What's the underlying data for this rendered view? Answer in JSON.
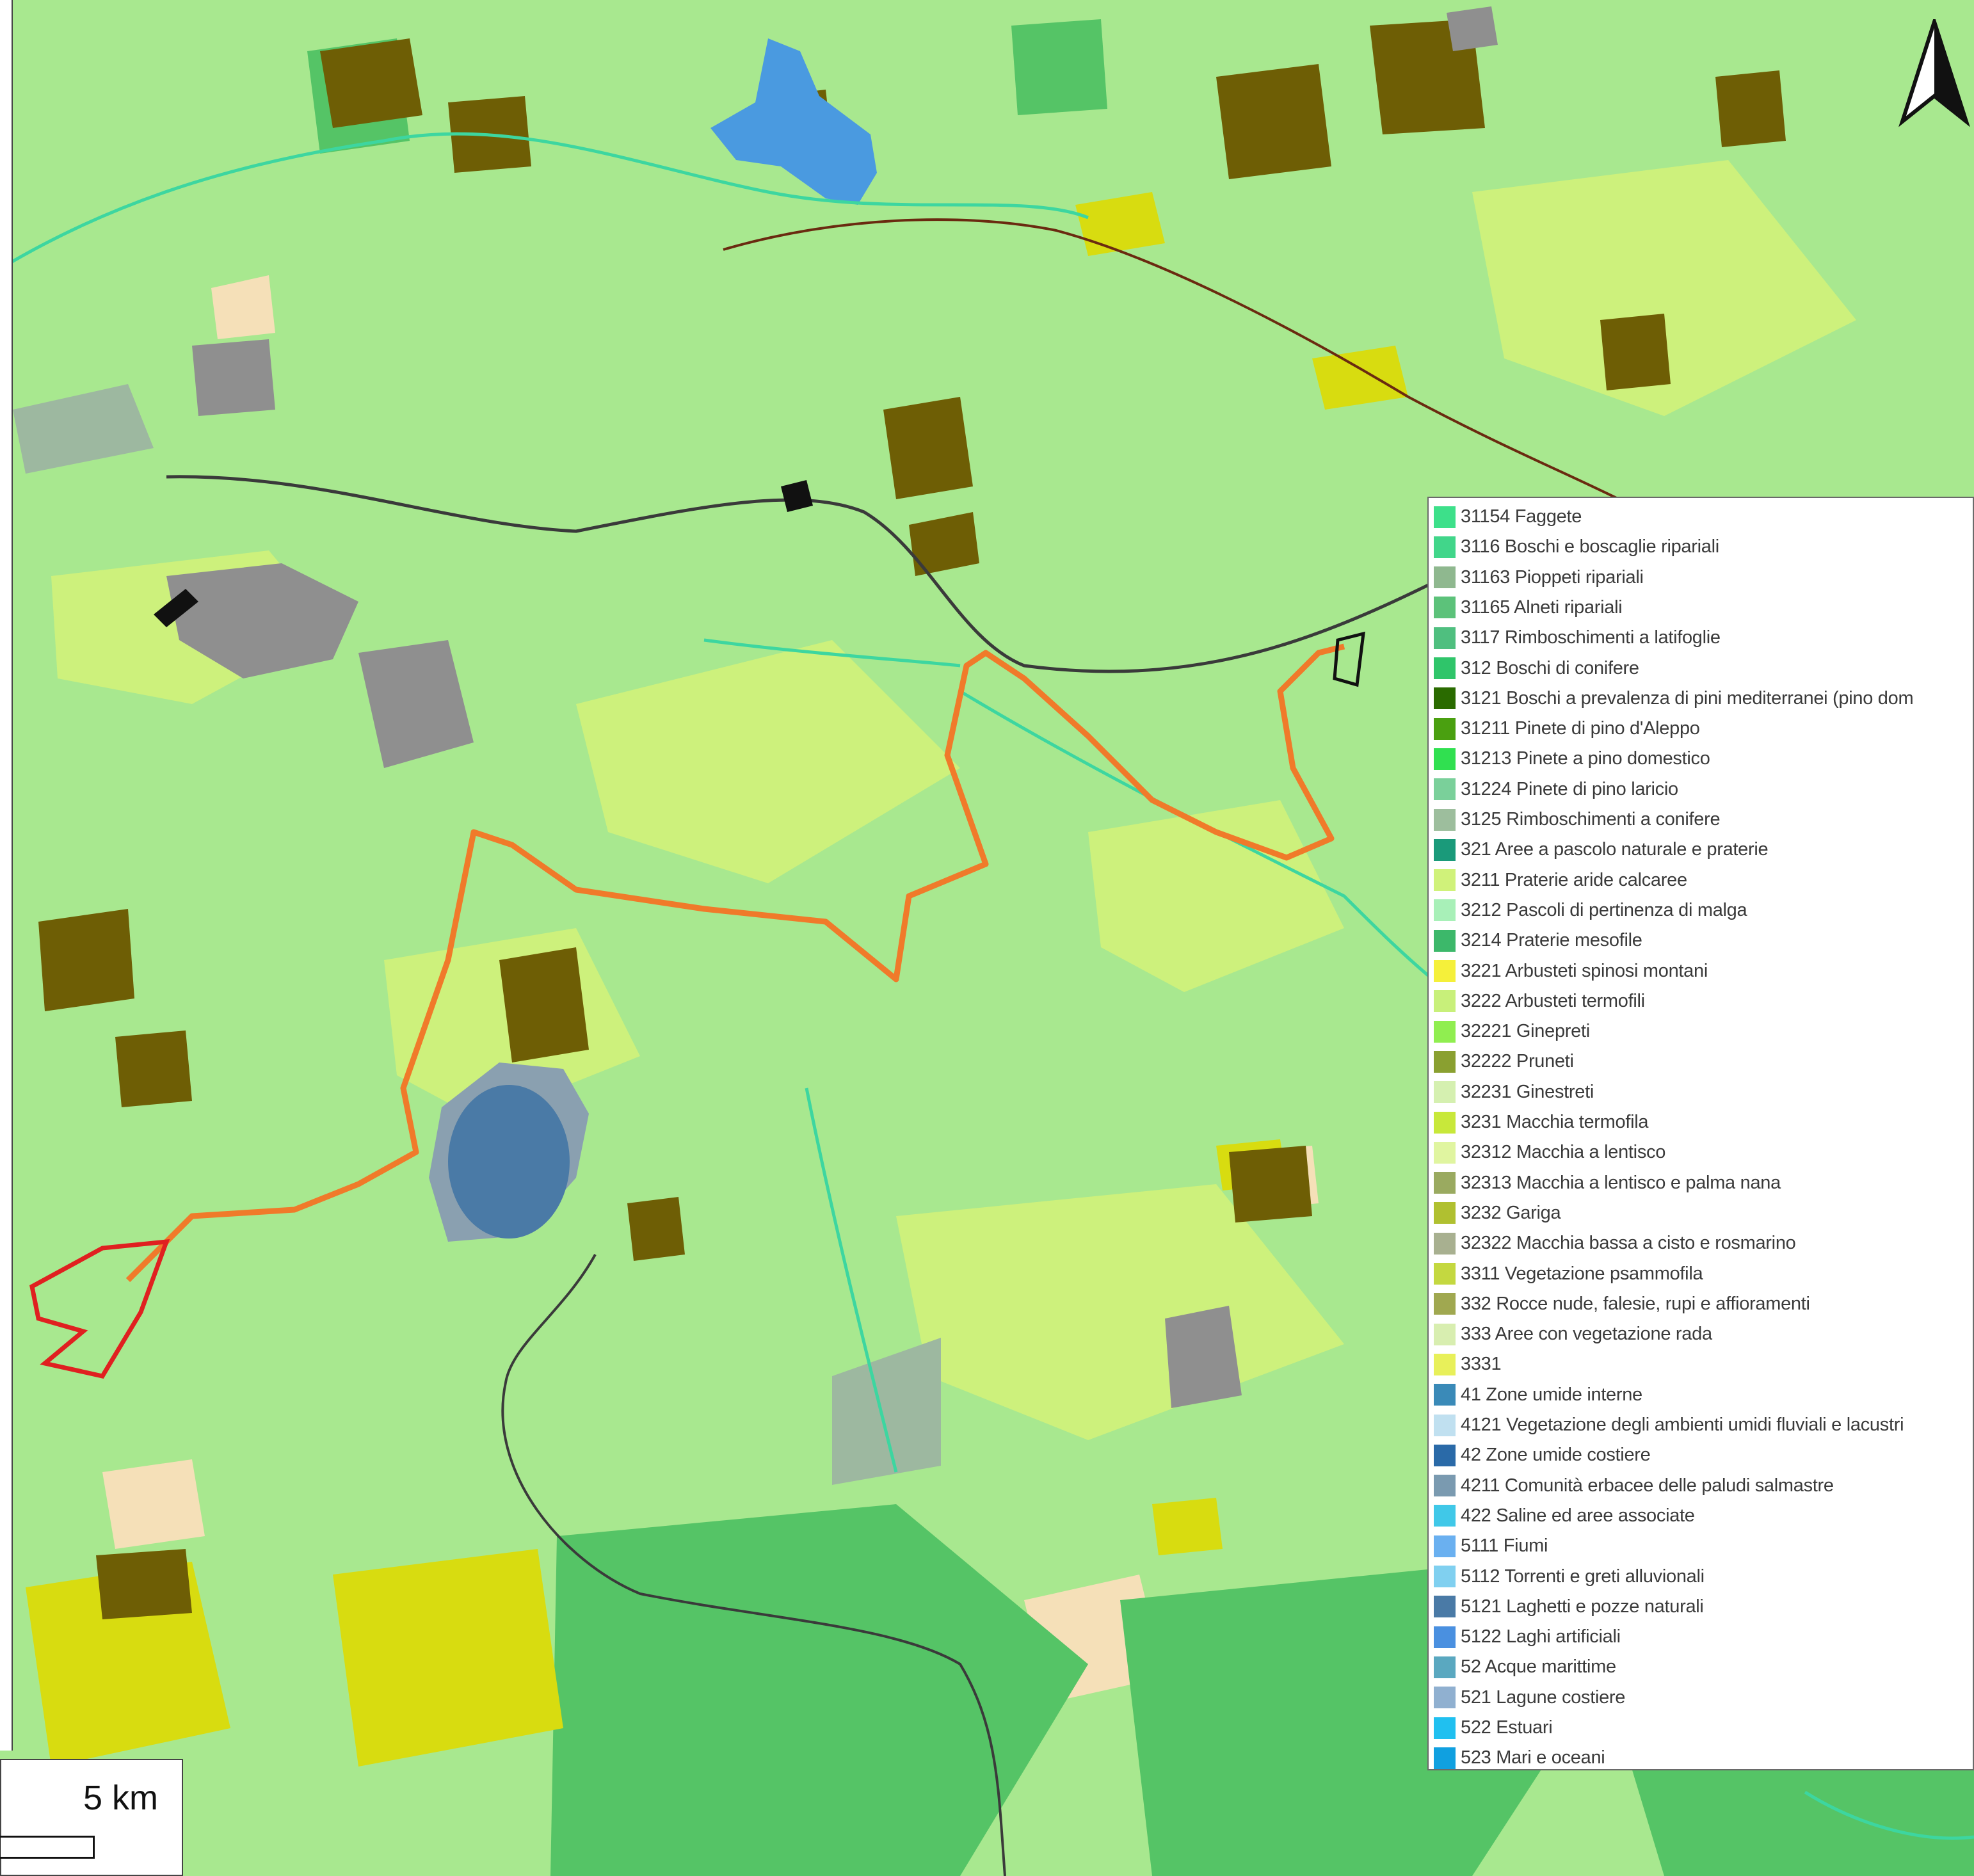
{
  "map": {
    "colors": {
      "base": "#a8e88f",
      "forest_dark": "#6e5e05",
      "grey_urban": "#8f8f8f",
      "lake": "#4a7aa6",
      "reservoir": "#4a9ae0",
      "route_orange": "#f07a2a",
      "route_red": "#e02020",
      "river": "#3dd6a0",
      "road": "#3a3a3a"
    }
  },
  "scale": {
    "label": "5 km"
  },
  "north_arrow": {
    "icon": "north-arrow-icon"
  },
  "legend": {
    "items": [
      {
        "code": "31154",
        "label": "Faggete",
        "color": "#3de08a"
      },
      {
        "code": "3116",
        "label": "Boschi e boscaglie ripariali",
        "color": "#41d68a"
      },
      {
        "code": "31163",
        "label": "Pioppeti ripariali",
        "color": "#8fb88f"
      },
      {
        "code": "31165",
        "label": "Alneti ripariali",
        "color": "#5cc27a"
      },
      {
        "code": "3117",
        "label": "Rimboschimenti a latifoglie",
        "color": "#4fbf7f"
      },
      {
        "code": "312",
        "label": "Boschi di conifere",
        "color": "#2fc56a"
      },
      {
        "code": "3121",
        "label": "Boschi a prevalenza di pini mediterranei (pino dom",
        "color": "#2a6b00"
      },
      {
        "code": "31211",
        "label": "Pinete di pino d'Aleppo",
        "color": "#4aa010"
      },
      {
        "code": "31213",
        "label": "Pinete a pino domestico",
        "color": "#30e050"
      },
      {
        "code": "31224",
        "label": "Pinete di pino laricio",
        "color": "#7ad09a"
      },
      {
        "code": "3125",
        "label": "Rimboschimenti a conifere",
        "color": "#9dbe9d"
      },
      {
        "code": "321",
        "label": "Aree a pascolo naturale e praterie",
        "color": "#1a9a7a"
      },
      {
        "code": "3211",
        "label": "Praterie aride calcaree",
        "color": "#d0f27a"
      },
      {
        "code": "3212",
        "label": "Pascoli di pertinenza di malga",
        "color": "#a8f0b8"
      },
      {
        "code": "3214",
        "label": "Praterie mesofile",
        "color": "#3cb86a"
      },
      {
        "code": "3221",
        "label": "Arbusteti spinosi montani",
        "color": "#f5f03a"
      },
      {
        "code": "3222",
        "label": "Arbusteti termofili",
        "color": "#c8f07a"
      },
      {
        "code": "32221",
        "label": "Ginepreti",
        "color": "#90ee50"
      },
      {
        "code": "32222",
        "label": "Pruneti",
        "color": "#8aa030"
      },
      {
        "code": "32231",
        "label": "Ginestreti",
        "color": "#d5f0b0"
      },
      {
        "code": "3231",
        "label": "Macchia termofila",
        "color": "#c8e83a"
      },
      {
        "code": "32312",
        "label": "Macchia  a lentisco",
        "color": "#e0f5a0"
      },
      {
        "code": "32313",
        "label": "Macchia  a lentisco e palma nana",
        "color": "#9aaa60"
      },
      {
        "code": "3232",
        "label": "Gariga",
        "color": "#b0c030"
      },
      {
        "code": "32322",
        "label": "Macchia bassa a cisto e rosmarino",
        "color": "#a8b090"
      },
      {
        "code": "3311",
        "label": "Vegetazione psammofila",
        "color": "#c4d840"
      },
      {
        "code": "332",
        "label": "Rocce nude, falesie, rupi e affioramenti",
        "color": "#a0a850"
      },
      {
        "code": "333",
        "label": "Aree con vegetazione rada",
        "color": "#d8eeb0"
      },
      {
        "code": "3331",
        "label": "",
        "color": "#e8f05a"
      },
      {
        "code": "41",
        "label": "Zone umide interne",
        "color": "#3a8ab8"
      },
      {
        "code": "4121",
        "label": "Vegetazione degli ambienti umidi fluviali e lacustri",
        "color": "#c0e0f0"
      },
      {
        "code": "42",
        "label": "Zone umide costiere",
        "color": "#2a6aa8"
      },
      {
        "code": "4211",
        "label": "Comunità erbacee delle paludi salmastre",
        "color": "#7a9ab0"
      },
      {
        "code": "422",
        "label": "Saline ed aree associate",
        "color": "#40c8e8"
      },
      {
        "code": "5111",
        "label": "Fiumi",
        "color": "#6ab0f0"
      },
      {
        "code": "5112",
        "label": "Torrenti e greti alluvionali",
        "color": "#80d0f0"
      },
      {
        "code": "5121",
        "label": "Laghetti e pozze naturali",
        "color": "#4a7aa6"
      },
      {
        "code": "5122",
        "label": "Laghi artificiali",
        "color": "#4a90e0"
      },
      {
        "code": "52",
        "label": "Acque marittime",
        "color": "#5aa8c0"
      },
      {
        "code": "521",
        "label": "Lagune costiere",
        "color": "#90b0d0"
      },
      {
        "code": "522",
        "label": "Estuari",
        "color": "#20c0f0"
      },
      {
        "code": "523",
        "label": " Mari e oceani",
        "color": "#10a0e0"
      }
    ]
  }
}
